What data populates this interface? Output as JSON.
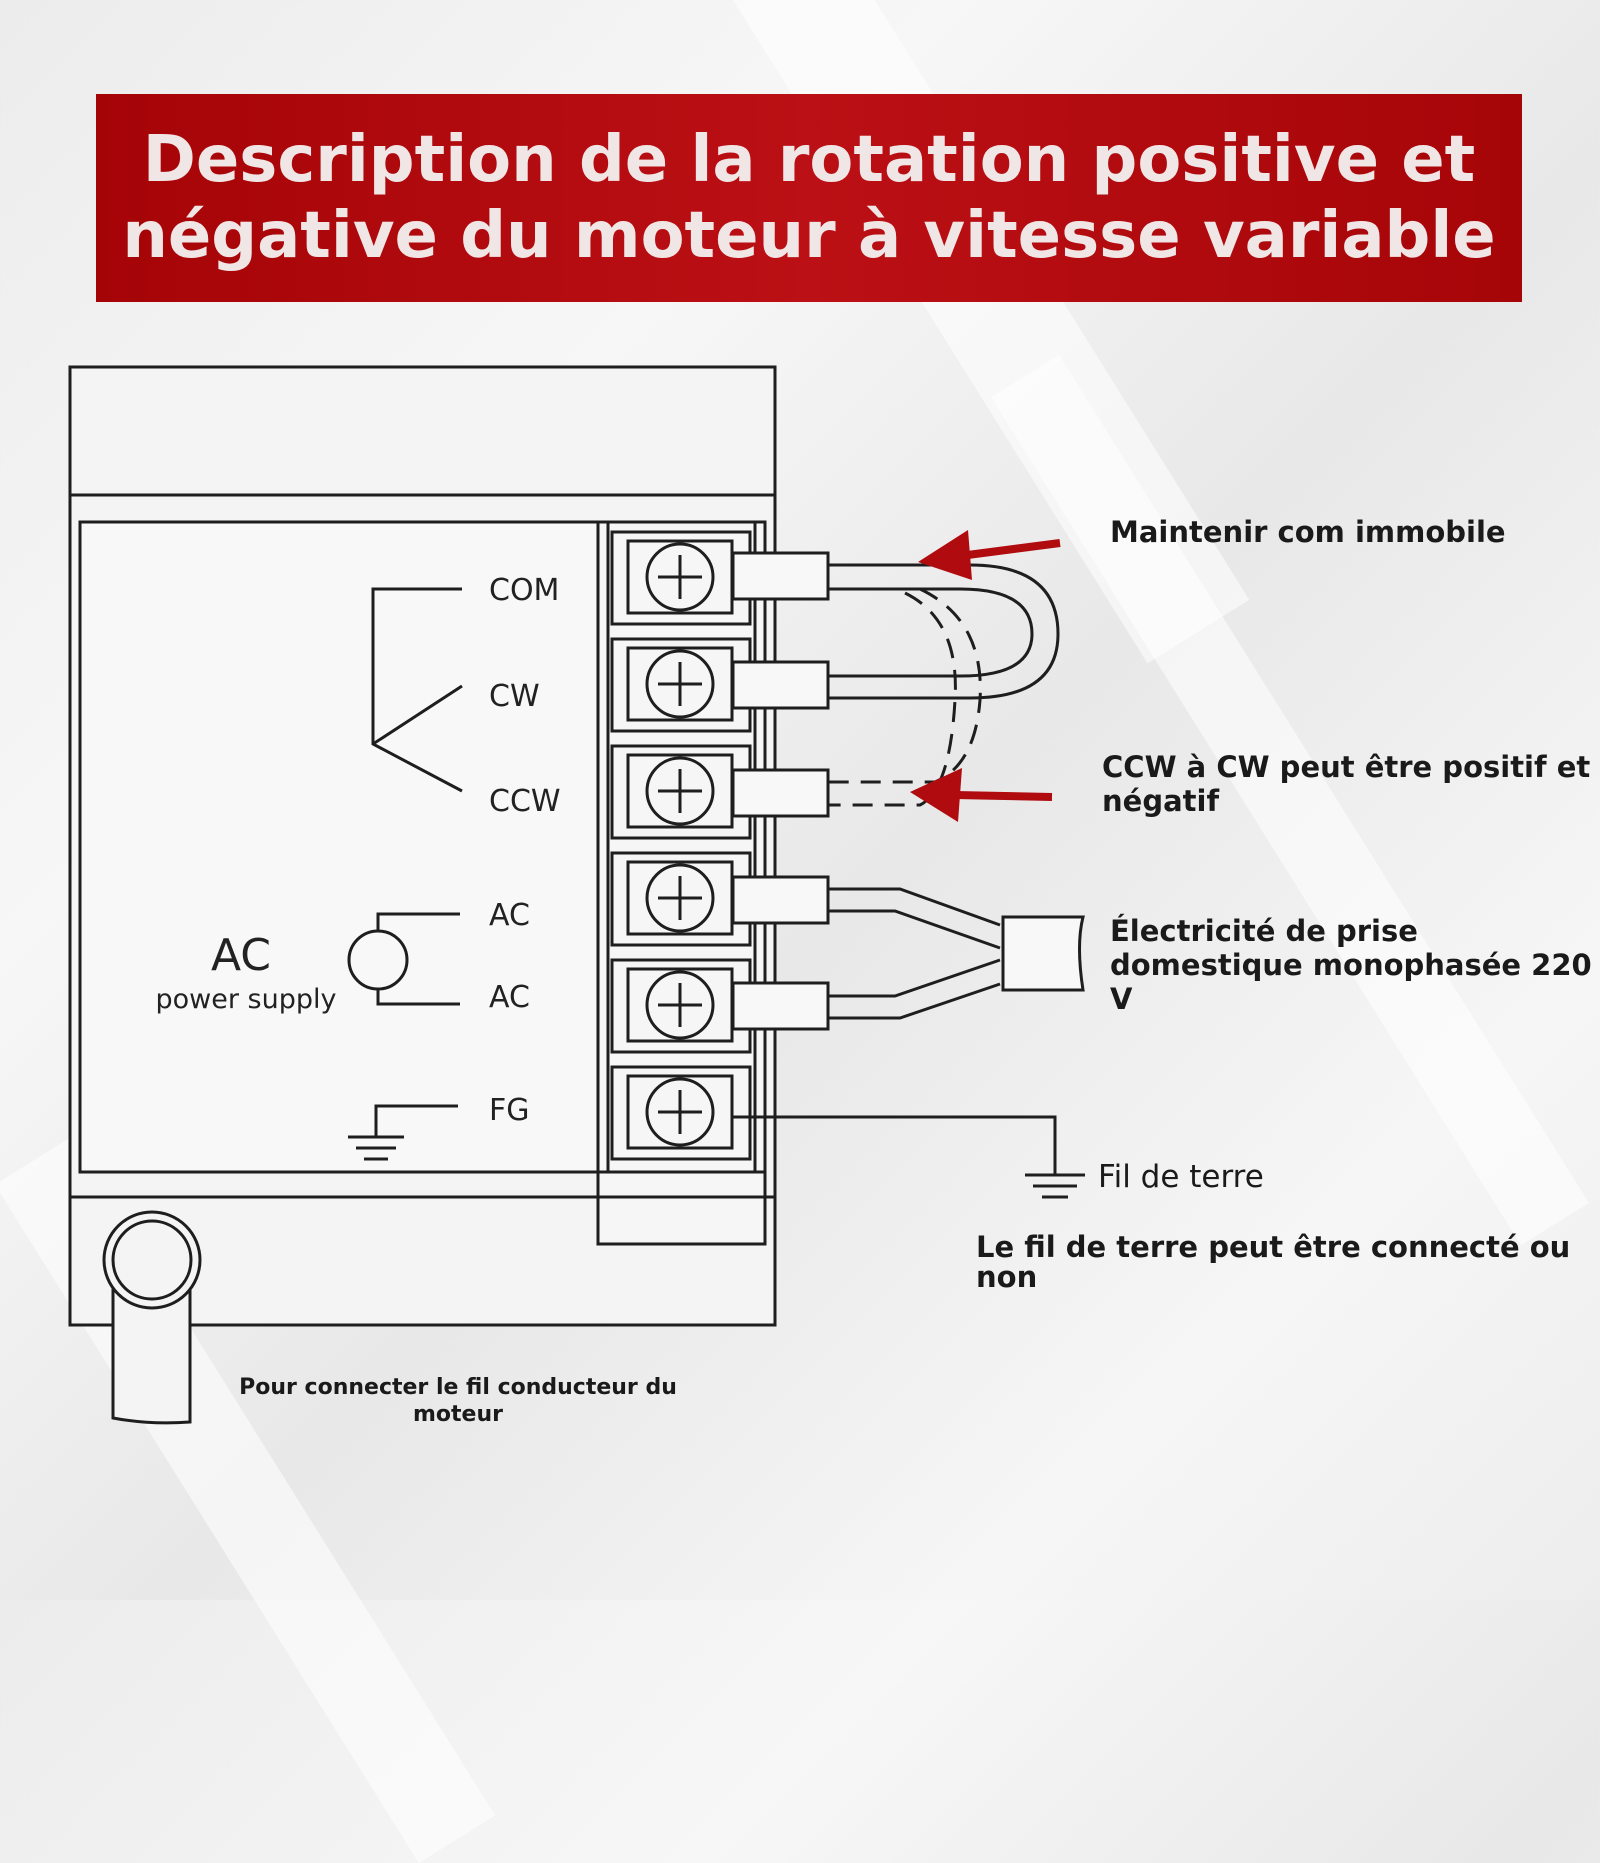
{
  "title": {
    "line1": "Description de la rotation positive et",
    "line2": "négative du moteur à vitesse variable"
  },
  "terminals": {
    "com": "COM",
    "cw": "CW",
    "ccw": "CCW",
    "ac1": "AC",
    "ac2": "AC",
    "fg": "FG"
  },
  "power": {
    "ac": "AC",
    "supply": "power supply"
  },
  "annotations": {
    "com_hold": "Maintenir com immobile",
    "ccw_cw_line1": "CCW à CW peut être positif et",
    "ccw_cw_line2": "négatif",
    "mains_line1": "Électricité de prise",
    "mains_line2": "domestique monophasée 220",
    "mains_line3": "V",
    "ground_wire": "Fil de terre",
    "ground_note_line1": "Le fil de terre peut être connecté ou",
    "ground_note_line2": "non",
    "motor_lead_line1": "Pour connecter le fil conducteur du",
    "motor_lead_line2": "moteur"
  },
  "colors": {
    "banner": "#b00b0f",
    "arrow": "#b00b0f",
    "line": "#1e1e1e"
  },
  "icons": {
    "screw": "screw-plus-icon",
    "ground": "ground-icon",
    "ac_source": "ac-source-icon",
    "arrow": "red-arrow-icon"
  }
}
